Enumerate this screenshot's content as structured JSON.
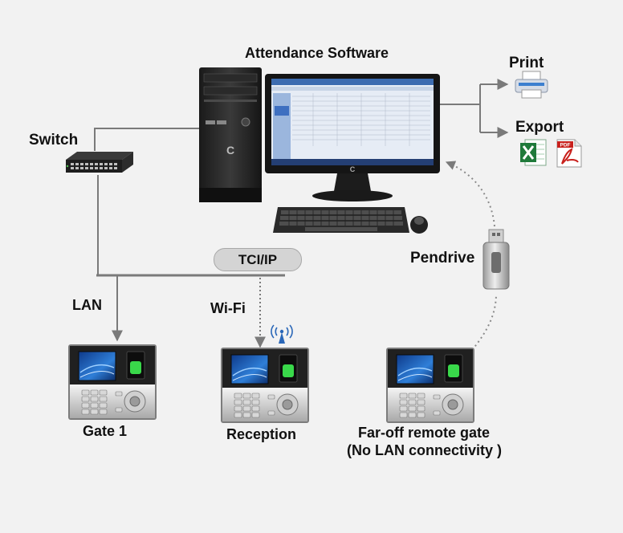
{
  "labels": {
    "software": "Attendance Software",
    "print": "Print",
    "export": "Export",
    "switch": "Switch",
    "protocol": "TCI/IP",
    "pendrive": "Pendrive",
    "lan": "LAN",
    "wifi": "Wi-Fi",
    "gate1": "Gate 1",
    "reception": "Reception",
    "remote_line1": "Far-off remote gate",
    "remote_line2": "(No LAN connectivity )"
  },
  "icons": {
    "computer": "desktop-computer-icon",
    "printer": "printer-icon",
    "excel": "excel-file-icon",
    "pdf": "pdf-file-icon",
    "switch": "network-switch-icon",
    "pendrive": "usb-pendrive-icon",
    "wifi": "wifi-signal-icon",
    "terminal": "biometric-terminal-icon"
  },
  "pdf_badge": "PDF",
  "colors": {
    "background": "#f2f2f2",
    "line": "#7a7a7a",
    "pill": "#d4d4d4",
    "excel": "#1f7a3a",
    "pdf": "#c8201c",
    "wifi": "#2a67b8"
  }
}
